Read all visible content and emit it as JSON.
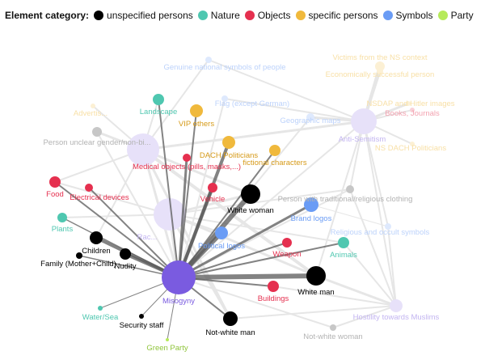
{
  "legend": {
    "title": "Element category:",
    "items": [
      {
        "label": "unspecified persons",
        "color": "#000000"
      },
      {
        "label": "Nature",
        "color": "#4fc7b0"
      },
      {
        "label": "Objects",
        "color": "#e5304f"
      },
      {
        "label": "specific persons",
        "color": "#f0b93c"
      },
      {
        "label": "Symbols",
        "color": "#6a9cf5"
      },
      {
        "label": "Party",
        "color": "#b6ea5a"
      }
    ]
  },
  "nodes": [
    {
      "id": "misogyny",
      "label": "Misogyny",
      "color": "#7a5be0",
      "state": "active"
    },
    {
      "id": "landscape",
      "label": "Landscape",
      "color": "#4fc7b0",
      "state": "active"
    },
    {
      "id": "vip-others",
      "label": "VIP others",
      "color": "#f0b93c",
      "state": "active"
    },
    {
      "id": "dach-politicians",
      "label": "DACH Politicians",
      "color": "#f0b93c",
      "state": "active"
    },
    {
      "id": "fictional-characters",
      "label": "fictional characters",
      "color": "#f0b93c",
      "state": "active"
    },
    {
      "id": "medical-objects",
      "label": "Medical objects (pills, masks,...)",
      "color": "#e5304f",
      "state": "active"
    },
    {
      "id": "food",
      "label": "Food",
      "color": "#e5304f",
      "state": "active"
    },
    {
      "id": "electrical-devices",
      "label": "Electrical devices",
      "color": "#e5304f",
      "state": "active"
    },
    {
      "id": "vehicle",
      "label": "Vehicle",
      "color": "#e5304f",
      "state": "active"
    },
    {
      "id": "white-woman",
      "label": "White woman",
      "color": "#000000",
      "state": "active"
    },
    {
      "id": "brand-logos",
      "label": "Brand logos",
      "color": "#6a9cf5",
      "state": "active"
    },
    {
      "id": "plants",
      "label": "Plants",
      "color": "#4fc7b0",
      "state": "active"
    },
    {
      "id": "children",
      "label": "Children",
      "color": "#000000",
      "state": "active"
    },
    {
      "id": "political-logos",
      "label": "Political logos",
      "color": "#6a9cf5",
      "state": "active"
    },
    {
      "id": "family",
      "label": "Family (Mother+Child)",
      "color": "#000000",
      "state": "active"
    },
    {
      "id": "nudity",
      "label": "Nudity",
      "color": "#000000",
      "state": "active"
    },
    {
      "id": "weapon",
      "label": "Weapon",
      "color": "#e5304f",
      "state": "active"
    },
    {
      "id": "animals",
      "label": "Animals",
      "color": "#4fc7b0",
      "state": "active"
    },
    {
      "id": "white-man",
      "label": "White man",
      "color": "#000000",
      "state": "active"
    },
    {
      "id": "buildings",
      "label": "Buildings",
      "color": "#e5304f",
      "state": "active"
    },
    {
      "id": "water-sea",
      "label": "Water/Sea",
      "color": "#4fc7b0",
      "state": "active"
    },
    {
      "id": "security-staff",
      "label": "Security staff",
      "color": "#000000",
      "state": "active"
    },
    {
      "id": "not-white-man",
      "label": "Not-white man",
      "color": "#000000",
      "state": "active"
    },
    {
      "id": "green-party",
      "label": "Green Party",
      "color": "#b6ea5a",
      "state": "active"
    },
    {
      "id": "genuine-national",
      "label": "Genuine national symbols of people",
      "color": "#6a9cf5",
      "state": "faded"
    },
    {
      "id": "victims",
      "label": "Victims from the NS context",
      "color": "#f0b93c",
      "state": "faded"
    },
    {
      "id": "economically",
      "label": "Economically successful person",
      "color": "#f0b93c",
      "state": "faded"
    },
    {
      "id": "advertis",
      "label": "Advertis...",
      "color": "#f0b93c",
      "state": "faded"
    },
    {
      "id": "flag",
      "label": "Flag (except German)",
      "color": "#6a9cf5",
      "state": "faded"
    },
    {
      "id": "nsdap",
      "label": "NSDAP and Hitler images",
      "color": "#f0b93c",
      "state": "faded"
    },
    {
      "id": "geographic-maps",
      "label": "Geographic maps",
      "color": "#6a9cf5",
      "state": "faded"
    },
    {
      "id": "books",
      "label": "Books, Journals",
      "color": "#e5304f",
      "state": "faded"
    },
    {
      "id": "anti-semitism",
      "label": "Anti-Semitism",
      "color": "#7a5be0",
      "state": "faded"
    },
    {
      "id": "person-unclear",
      "label": "Person unclear gender/non-bi...",
      "color": "#000000",
      "state": "faded"
    },
    {
      "id": "ns-dach",
      "label": "NS DACH Politicians",
      "color": "#f0b93c",
      "state": "faded"
    },
    {
      "id": "racism",
      "label": "Rac...",
      "color": "#7a5be0",
      "state": "faded"
    },
    {
      "id": "unlabeled",
      "label": "",
      "color": "#7a5be0",
      "state": "faded"
    },
    {
      "id": "traditional",
      "label": "Person with traditional/religious clothing",
      "color": "#000000",
      "state": "faded"
    },
    {
      "id": "religious",
      "label": "Religious and occult symbols",
      "color": "#6a9cf5",
      "state": "faded"
    },
    {
      "id": "hostility",
      "label": "Hostility towards Muslims",
      "color": "#7a5be0",
      "state": "faded"
    },
    {
      "id": "not-white-woman",
      "label": "Not-white woman",
      "color": "#000000",
      "state": "faded"
    }
  ]
}
